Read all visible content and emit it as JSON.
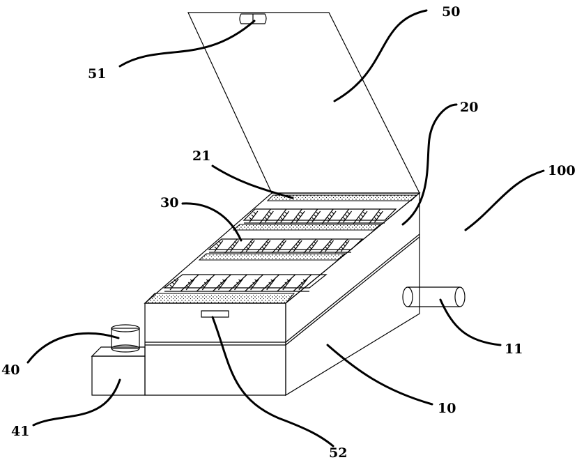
{
  "labels": {
    "l50": "50",
    "l51": "51",
    "l20": "20",
    "l100": "100",
    "l21": "21",
    "l30": "30",
    "l11": "11",
    "l40": "40",
    "l10": "10",
    "l41": "41",
    "l52": "52"
  },
  "colors": {
    "line": "#000000",
    "background": "#ffffff"
  }
}
